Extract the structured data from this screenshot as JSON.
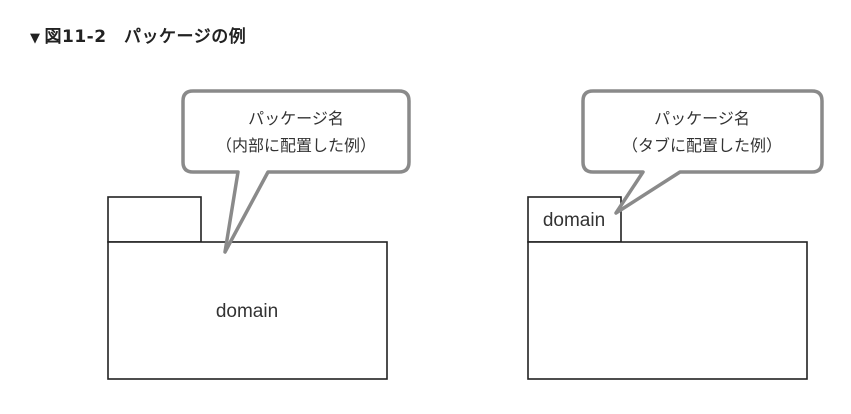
{
  "caption": {
    "marker": "▼",
    "text": "図11-2　パッケージの例"
  },
  "left_example": {
    "callout_line1": "パッケージ名",
    "callout_line2": "（内部に配置した例）",
    "package_name": "domain"
  },
  "right_example": {
    "callout_line1": "パッケージ名",
    "callout_line2": "（タブに配置した例）",
    "package_name": "domain"
  },
  "colors": {
    "callout_border": "#8a8a8a",
    "line": "#222222",
    "text": "#333333"
  }
}
